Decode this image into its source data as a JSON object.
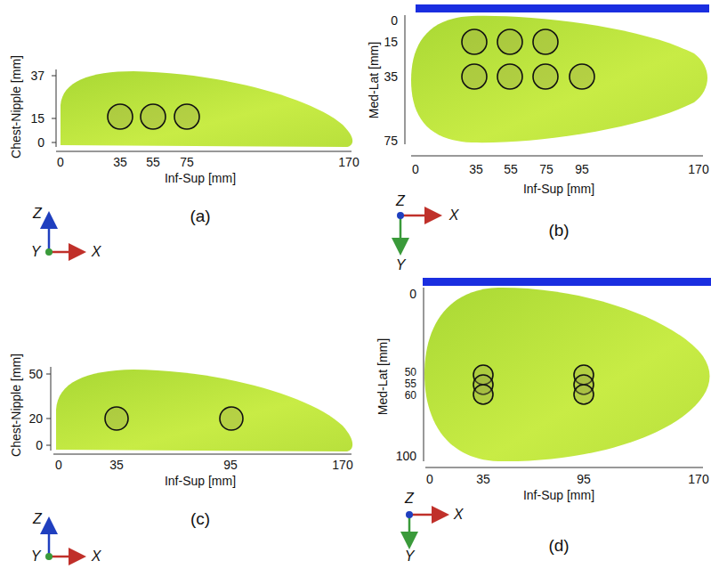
{
  "diagram": {
    "labels": [
      "Chest-Nipple [mm]",
      "37",
      "15",
      "0",
      "0",
      "35",
      "55",
      "75",
      "170",
      "Inf-Sup [mm]",
      "(a)",
      "Z",
      "Y",
      "X",
      "Med-Lat [mm]",
      "0",
      "15",
      "35",
      "75",
      "0",
      "35",
      "55",
      "75",
      "95",
      "170",
      "Inf-Sup [mm]",
      "(b)",
      "Z",
      "X",
      "Y",
      "Chest-Nipple [mm]",
      "50",
      "20",
      "0",
      "0",
      "35",
      "95",
      "170",
      "Inf-Sup [mm]",
      "(c)",
      "Z",
      "Y",
      "X",
      "Med-Lat [mm]",
      "0",
      "50",
      "55",
      "60",
      "100",
      "0",
      "35",
      "95",
      "170",
      "Inf-Sup [mm]",
      "(d)",
      "Z",
      "X",
      "Y"
    ]
  }
}
